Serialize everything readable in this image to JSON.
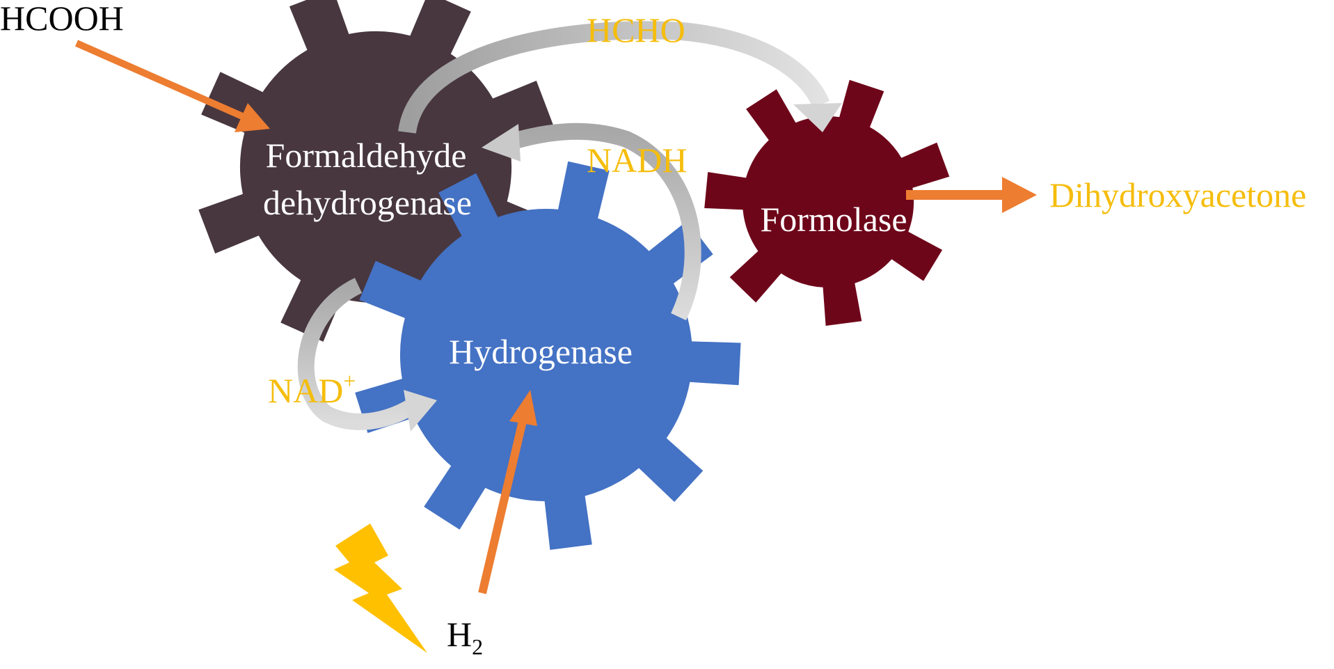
{
  "labels": {
    "formic_acid": "HCOOH",
    "formaldehyde": "HCHO",
    "nadh": "NADH",
    "nad_base": "NAD",
    "nad_sup": "+",
    "dihydroxyacetone": "Dihydroxyacetone",
    "h2_base": "H",
    "h2_sub": "2"
  },
  "enzymes": {
    "formaldehyde_dehydrogenase_line1": "Formaldehyde",
    "formaldehyde_dehydrogenase_line2": "dehydrogenase",
    "hydrogenase": "Hydrogenase",
    "formolase": "Formolase"
  },
  "colors": {
    "gear_fdh": "#48373f",
    "gear_hydrogenase": "#4472c4",
    "gear_formolase": "#6e061a",
    "arrow_orange": "#ed7d31",
    "arrow_gray": "#b4b4b4",
    "label_yellow": "#f5bd0c",
    "lightning": "#ffc000"
  }
}
